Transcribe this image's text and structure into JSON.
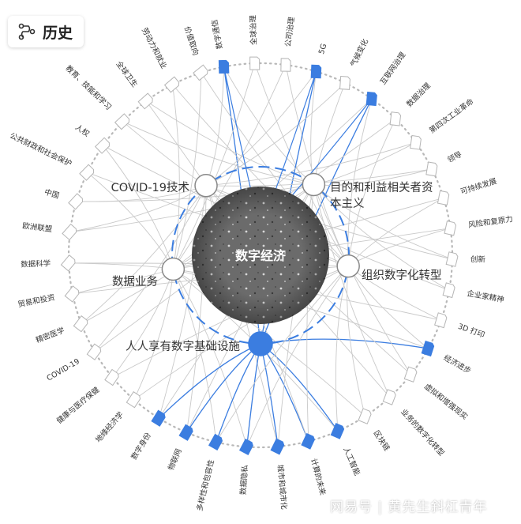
{
  "history_button": {
    "label": "历史",
    "icon": "history-flow-icon"
  },
  "center": {
    "label": "数字经济"
  },
  "colors": {
    "accent": "#3b7de0",
    "line": "#c9c9c9",
    "node_border": "#888888",
    "center_fill": "#6d6d6d",
    "label_text": "#333333"
  },
  "inner_nodes": [
    {
      "id": "covid-tech",
      "label_lines": [
        "COVID-19技术"
      ],
      "selected": false
    },
    {
      "id": "stakeholder",
      "label_lines": [
        "目的和利益相关者资",
        "本主义"
      ],
      "selected": false
    },
    {
      "id": "org-transformation",
      "label_lines": [
        "组织数字化转型"
      ],
      "selected": false
    },
    {
      "id": "data-business",
      "label_lines": [
        "数据业务"
      ],
      "selected": false
    },
    {
      "id": "digital-infra",
      "label_lines": [
        "人人享有数字基础设施"
      ],
      "selected": true
    }
  ],
  "outer_nodes": [
    {
      "label": "数字通信",
      "highlighted": true
    },
    {
      "label": "全球治理",
      "highlighted": false
    },
    {
      "label": "公司治理",
      "highlighted": false
    },
    {
      "label": "5G",
      "highlighted": true
    },
    {
      "label": "气候变化",
      "highlighted": false
    },
    {
      "label": "互联网治理",
      "highlighted": true
    },
    {
      "label": "数据治理",
      "highlighted": false
    },
    {
      "label": "第四次工业革命",
      "highlighted": false
    },
    {
      "label": "领导",
      "highlighted": false
    },
    {
      "label": "可持续发展",
      "highlighted": false
    },
    {
      "label": "风险和复原力",
      "highlighted": false
    },
    {
      "label": "创新",
      "highlighted": false
    },
    {
      "label": "企业家精神",
      "highlighted": false
    },
    {
      "label": "3D 打印",
      "highlighted": false
    },
    {
      "label": "经济进步",
      "highlighted": true
    },
    {
      "label": "虚拟和增强现实",
      "highlighted": false
    },
    {
      "label": "业务的数字化转型",
      "highlighted": false
    },
    {
      "label": "区块链",
      "highlighted": false
    },
    {
      "label": "人工智能",
      "highlighted": true
    },
    {
      "label": "计算的未来",
      "highlighted": true
    },
    {
      "label": "城市和城市化",
      "highlighted": true
    },
    {
      "label": "数据隐私",
      "highlighted": true
    },
    {
      "label": "多样性和包容性",
      "highlighted": true
    },
    {
      "label": "物联网",
      "highlighted": true
    },
    {
      "label": "数字身份",
      "highlighted": true
    },
    {
      "label": "地缘经济学",
      "highlighted": false
    },
    {
      "label": "健康与医疗保健",
      "highlighted": false
    },
    {
      "label": "COVID-19",
      "highlighted": false
    },
    {
      "label": "精密医学",
      "highlighted": false
    },
    {
      "label": "贸易和投资",
      "highlighted": false
    },
    {
      "label": "数据科学",
      "highlighted": false
    },
    {
      "label": "欧洲联盟",
      "highlighted": false
    },
    {
      "label": "中国",
      "highlighted": false
    },
    {
      "label": "公共财政和社会保护",
      "highlighted": false
    },
    {
      "label": "人权",
      "highlighted": false
    },
    {
      "label": "教育、技能和学习",
      "highlighted": false
    },
    {
      "label": "全球卫生",
      "highlighted": false
    },
    {
      "label": "劳动力和就业",
      "highlighted": false
    },
    {
      "label": "价值取向",
      "highlighted": false
    }
  ],
  "watermark": "网易号 | 黄先生斜杠青年"
}
